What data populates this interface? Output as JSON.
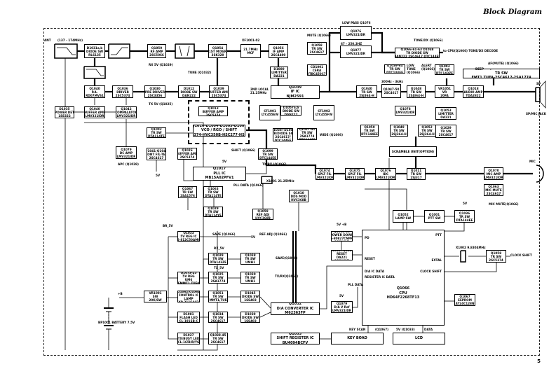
{
  "title": "Block Diagram",
  "page_number": "5",
  "blocks": [
    {
      "id": "d1031",
      "lines": [
        "D1031a,b",
        "DIODE SW",
        "RLS135"
      ]
    },
    {
      "id": "q1050rf",
      "lines": [
        "Q1050",
        "RF AMP",
        "2SC5066"
      ]
    },
    {
      "id": "q1054",
      "lines": [
        "Q1054",
        "1ST MIXER",
        "3SK320"
      ]
    },
    {
      "id": "xf1001",
      "lines": [
        "21.7MHz",
        "MCF"
      ]
    },
    {
      "id": "q1056",
      "lines": [
        "Q1056",
        "IF AMP",
        "2SC4400"
      ]
    },
    {
      "id": "d1080",
      "lines": [
        "D1080",
        "LIMITTER",
        "DA221"
      ]
    },
    {
      "id": "q1058m",
      "lines": [
        "Q1058",
        "TR SW",
        "2SC4617"
      ]
    },
    {
      "id": "cd1001",
      "lines": [
        "CD1001",
        "CERA",
        "JTBC450C7"
      ]
    },
    {
      "id": "q1039if",
      "lines": [
        "Q1039",
        "IF IC",
        "NJM2591"
      ]
    },
    {
      "id": "q1040pa",
      "lines": [
        "Q1040",
        "P.A.",
        "RD07MVS1"
      ]
    },
    {
      "id": "q1036",
      "lines": [
        "Q1036",
        "DRIVER",
        "2SC5374"
      ]
    },
    {
      "id": "q1030",
      "lines": [
        "Q1030",
        "PRE DRIVER",
        "2SC3356"
      ]
    },
    {
      "id": "d1012",
      "lines": [
        "D1012",
        "DIODE SW",
        "DAN222"
      ]
    },
    {
      "id": "q1039b",
      "lines": [
        "Q1039",
        "BUFFER AMP",
        "2SC5374"
      ]
    },
    {
      "id": "d1035",
      "lines": [
        "D1035",
        "POWER DET",
        "1SS322"
      ]
    },
    {
      "id": "q1040b",
      "lines": [
        "Q1040",
        "BUFFER AMP",
        "LMV321IDR"
      ]
    },
    {
      "id": "q1042",
      "lines": [
        "Q1042",
        "COMPALATOR",
        "LMV321IDR"
      ]
    },
    {
      "id": "q1013",
      "lines": [
        "Q1013",
        "BUFFER AMP",
        "2SC5374"
      ]
    },
    {
      "id": "q1016",
      "lines": [
        "Q1016-D1004-D1005-D1007",
        "VCO / RGO / SHIFT",
        "2SC5374-HVC350B-HSC277-HSC277"
      ]
    },
    {
      "id": "q1002",
      "lines": [
        "Q1002",
        "TR SW",
        "DTA114TE"
      ]
    },
    {
      "id": "q1079dc",
      "lines": [
        "Q1079",
        "DC AMP",
        "LMV321IDR"
      ]
    },
    {
      "id": "q1041",
      "lines": [
        "Q1041-Q1043",
        "CONT FIL-TER",
        "2SC4617"
      ]
    },
    {
      "id": "q1026",
      "lines": [
        "Q1026",
        "BUFFER AMP",
        "2SC5374"
      ]
    },
    {
      "id": "q1099",
      "lines": [
        "Q1099",
        "TR SW",
        "DTC144EE"
      ]
    },
    {
      "id": "q1017",
      "lines": [
        "Q1017",
        "PLL IC",
        "MB15A02PFV1"
      ]
    },
    {
      "id": "q1067",
      "lines": [
        "Q1067",
        "TR SW",
        "2SA1576"
      ]
    },
    {
      "id": "q1063",
      "lines": [
        "Q1063",
        "TR SW",
        "DTA114TE"
      ]
    },
    {
      "id": "q1010",
      "lines": [
        "Q1010",
        "DDS MOD",
        "HVC368B"
      ]
    },
    {
      "id": "q1029a",
      "lines": [
        "Q1029",
        "TR SW",
        "DTA114YE"
      ]
    },
    {
      "id": "q1059",
      "lines": [
        "Q1059",
        "REF ADJ",
        "HVC368B"
      ]
    },
    {
      "id": "cf1001",
      "lines": [
        "CF1001",
        "LTC455EW"
      ]
    },
    {
      "id": "d1057",
      "lines": [
        "D1057a,b",
        "DIODE SW",
        "DAN222"
      ]
    },
    {
      "id": "cf1002",
      "lines": [
        "CF1002",
        "LTC455FW"
      ]
    },
    {
      "id": "q1038w",
      "lines": [
        "Q1038+D1057",
        "TR/DIODE SW",
        "2SC4617/",
        "DTC144EE"
      ]
    },
    {
      "id": "q1027",
      "lines": [
        "Q1027-41",
        "TR SW",
        "2SA1774",
        "DTC144EE"
      ]
    },
    {
      "id": "lpf1",
      "lines": [
        "Q1076",
        "LMV321IDR"
      ]
    },
    {
      "id": "q1077",
      "lines": [
        "Q1077",
        "LMV321IDR"
      ]
    },
    {
      "id": "q1066sw",
      "lines": [
        "Q1066-61-63  D1038",
        "TR DIODE SW",
        "DAN222  2SC4617  DTC144EE"
      ]
    },
    {
      "id": "q1039sw",
      "lines": [
        "Q1039-64",
        "TR SW",
        "DTC144EE"
      ]
    },
    {
      "id": "q1093",
      "lines": [
        "Q1093",
        "TR SW",
        "DTC143ZE"
      ]
    },
    {
      "id": "q1019",
      "lines": [
        "Q1019-21-22",
        "TR SW",
        "FMT1,TUFA-2SC4617-2SA1774"
      ]
    },
    {
      "id": "q1040sw",
      "lines": [
        "Q1040",
        "TR SW",
        "2SJ364-H"
      ]
    },
    {
      "id": "bpf10k",
      "lines": [
        "Q1047-50",
        "2SC4617"
      ]
    },
    {
      "id": "q1048",
      "lines": [
        "Q1048",
        "TR SW",
        "2SJ364-H"
      ]
    },
    {
      "id": "vr1051",
      "lines": [
        "VR1051",
        "VR",
        "20FA"
      ]
    },
    {
      "id": "q1018",
      "lines": [
        "Q1018",
        "AUDIO AMP",
        "TDA2822"
      ]
    },
    {
      "id": "q1078",
      "lines": [
        "Q1078",
        "LMV321IDR"
      ]
    },
    {
      "id": "q1050sw",
      "lines": [
        "Q1050",
        "TR SW",
        "DTC144EE"
      ]
    },
    {
      "id": "q1049",
      "lines": [
        "Q1049",
        "TR SW",
        "2SJ364-H"
      ]
    },
    {
      "id": "q1052sw",
      "lines": [
        "Q1052",
        "TR SW",
        "2SJ364-H"
      ]
    },
    {
      "id": "q1053lim",
      "lines": [
        "Q1053",
        "LIMITTER",
        "DA221"
      ]
    },
    {
      "id": "q1029b",
      "lines": [
        "Q1029",
        "TR SW",
        "2SC4617"
      ]
    },
    {
      "id": "scramble",
      "lines": [
        "SCRAMBLE UNIT(OPTION)"
      ]
    },
    {
      "id": "q1074",
      "lines": [
        "Q1074",
        "SPLT FIL",
        "LMV321IDR"
      ]
    },
    {
      "id": "q1075",
      "lines": [
        "Q1075",
        "SPLT FIL",
        "LMV321IDR"
      ]
    },
    {
      "id": "q1076",
      "lines": [
        "Q1076",
        "IDC",
        "LMV321IDR"
      ]
    },
    {
      "id": "q1011",
      "lines": [
        "Q1011",
        "TR SW",
        "2SJ317"
      ]
    },
    {
      "id": "q1070",
      "lines": [
        "Q1070",
        "MIC AMP",
        "LMV321IDR"
      ]
    },
    {
      "id": "q1063m",
      "lines": [
        "Q1063",
        "MIC MUTE",
        "2SC4617"
      ]
    },
    {
      "id": "q1033",
      "lines": [
        "Q1033",
        "5V REG IC",
        "S-812C50AMC"
      ]
    },
    {
      "id": "q1029c",
      "lines": [
        "Q1029",
        "TR SW",
        "DTA143ZE"
      ]
    },
    {
      "id": "q1038s",
      "lines": [
        "Q1038",
        "TR SW",
        "UMH1"
      ]
    },
    {
      "id": "q1073",
      "lines": [
        "Q1073-25",
        "5V REG",
        "UM6",
        "FMMT1,TUFA"
      ]
    },
    {
      "id": "q1025",
      "lines": [
        "Q1025",
        "TR SW",
        "2SA1774"
      ]
    },
    {
      "id": "q1030s",
      "lines": [
        "Q1030",
        "TR SW",
        "UMH1"
      ]
    },
    {
      "id": "vr1001",
      "lines": [
        "VR1001",
        "SW",
        "20K/SW"
      ]
    },
    {
      "id": "q1062",
      "lines": [
        "Q1062/Q1064",
        "CONTROL IC",
        "LAMP",
        "(XP-311S/V/2)"
      ]
    },
    {
      "id": "q1051",
      "lines": [
        "Q1051",
        "TR SW",
        "FMMT1,TUFA"
      ]
    },
    {
      "id": "d1045",
      "lines": [
        "D1045",
        "DIODE SW",
        "1SS403"
      ]
    },
    {
      "id": "q1032",
      "lines": [
        "Q1032",
        "D/A CONVERTER IC",
        "M62363FP"
      ]
    },
    {
      "id": "d1081",
      "lines": [
        "D1081",
        "FLASH LED",
        "CL-191SB-C"
      ]
    },
    {
      "id": "q1034",
      "lines": [
        "Q1034",
        "TR SW",
        "2SC4617"
      ]
    },
    {
      "id": "d1030",
      "lines": [
        "D1030",
        "DIODE SW",
        "1SS403"
      ]
    },
    {
      "id": "d1027",
      "lines": [
        "D1027",
        "TX/BUSY LED",
        "CL-165HR/YG"
      ]
    },
    {
      "id": "q1038t",
      "lines": [
        "Q1038-45",
        "TR SW",
        "2SC4617"
      ]
    },
    {
      "id": "q1053",
      "lines": [
        "Q1053",
        "SHIFT REGISTER IC",
        "BU4094BCFV"
      ]
    },
    {
      "id": "q1063p",
      "lines": [
        "Q1063-35",
        "POWER DOWN",
        "S-80827CNMC",
        "2SC4617"
      ]
    },
    {
      "id": "q1011r",
      "lines": [
        "D1011+Q1035",
        "RESET",
        "DA221",
        "2SC4617"
      ]
    },
    {
      "id": "q1079ref",
      "lines": [
        "Q1079",
        "D/A V Ref",
        "LMV321IDR"
      ]
    },
    {
      "id": "q1052lamp",
      "lines": [
        "Q1052",
        "LAMP SW"
      ]
    },
    {
      "id": "q1001",
      "lines": [
        "Q1001",
        "PTT SW"
      ]
    },
    {
      "id": "q1036sw",
      "lines": [
        "Q1036",
        "TR SW",
        "DTA144EE"
      ]
    },
    {
      "id": "q1058c",
      "lines": [
        "Q1058",
        "TR SW",
        "2SC5374"
      ]
    },
    {
      "id": "q1067e",
      "lines": [
        "Q1067",
        "EEPROM",
        "AT24C128N"
      ]
    },
    {
      "id": "keyboard",
      "lines": [
        "KEY BOAD"
      ]
    },
    {
      "id": "lcd",
      "lines": [
        "LCD"
      ]
    }
  ],
  "cpu": {
    "lines": [
      "Q1066",
      "CPU",
      "HD64F2268TF13"
    ],
    "pins": {
      "pd": "PD",
      "reset": "RESET",
      "da": "D/A IC DATA",
      "reg": "REGISTER IC DATA",
      "extal": "EXTAL",
      "clock": "CLOCK SHIFT",
      "ptt": "PTT"
    }
  },
  "labels": [
    {
      "id": "ant",
      "text": "ANT"
    },
    {
      "id": "freq",
      "text": "(137 - 174MHz)"
    },
    {
      "id": "xf",
      "text": "XF1001-02"
    },
    {
      "id": "rx5v",
      "text": "RX 5V (Q1029)"
    },
    {
      "id": "tune",
      "text": "TUNE (Q1032)"
    },
    {
      "id": "tx5v",
      "text": "TX 5V (Q1025)"
    },
    {
      "id": "mute",
      "text": "MUTE (Q1066)"
    },
    {
      "id": "osc",
      "text": "2ND LOCAL 21.25MHz"
    },
    {
      "id": "lpfname",
      "text": "LOW PASS Q1076"
    },
    {
      "id": "ctcss",
      "text": "67 - 250.3HZ"
    },
    {
      "id": "tonedx",
      "text": "TONE/DX (Q1066)"
    },
    {
      "id": "tocpu",
      "text": "to CPU(Q1066) TONE/DX DECODE"
    },
    {
      "id": "lowtone",
      "text": "LOW TONE (Q1066)"
    },
    {
      "id": "alert",
      "text": "ALERT (Q1066)"
    },
    {
      "id": "beep",
      "text": "BEEP"
    },
    {
      "id": "afmute",
      "text": "AF(MUTE) (Q1066)"
    },
    {
      "id": "sp",
      "text": "SP"
    },
    {
      "id": "spmic",
      "text": "SP/MIC JACK"
    },
    {
      "id": "mic",
      "text": "MIC"
    },
    {
      "id": "wide",
      "text": "WIDE (Q1066)"
    },
    {
      "id": "bpftext",
      "text": "300Hz - 3kHz"
    },
    {
      "id": "apc",
      "text": "APC (Q1028)"
    },
    {
      "id": "fivev1",
      "text": "5V"
    },
    {
      "id": "shift",
      "text": "SHIFT (Q1066)"
    },
    {
      "id": "fivev2",
      "text": "5V"
    },
    {
      "id": "txrx",
      "text": "TX/RX (Q1066)"
    },
    {
      "id": "plldata",
      "text": "PLL DATA (Q1066)"
    },
    {
      "id": "x1001",
      "text": "X1001 21.25MHz"
    },
    {
      "id": "refadj",
      "text": "REF ADJ (Q1066)"
    },
    {
      "id": "save",
      "text": "SAVE (Q1066)"
    },
    {
      "id": "br5v",
      "text": "BR_5V"
    },
    {
      "id": "fivev3",
      "text": "5V"
    },
    {
      "id": "rx5v2",
      "text": "RX_5V"
    },
    {
      "id": "save2",
      "text": "SAVE(Q1066)"
    },
    {
      "id": "tx5v2",
      "text": "TX_5V"
    },
    {
      "id": "txrx2",
      "text": "TX/RX(Q1066)"
    },
    {
      "id": "plusb",
      "text": "+B"
    },
    {
      "id": "batt",
      "text": "BP1001 BATTERY 7.5V"
    },
    {
      "id": "fivevb",
      "text": "5V +B"
    },
    {
      "id": "pll2",
      "text": "PLL DATA"
    },
    {
      "id": "fivev4",
      "text": "5V"
    },
    {
      "id": "fivev5",
      "text": "5V"
    },
    {
      "id": "x1002",
      "text": "X1002 9.8304MHz"
    },
    {
      "id": "clockshift",
      "text": "CLOCK SHIFT"
    },
    {
      "id": "micmute",
      "text": "MIC MUTE(Q1066)"
    },
    {
      "id": "q1067lbl",
      "text": "(Q1067)"
    },
    {
      "id": "fivev6",
      "text": "5V (Q1033)"
    },
    {
      "id": "keyscan",
      "text": "KEY SCAN"
    },
    {
      "id": "datalbl",
      "text": "DATA"
    }
  ]
}
